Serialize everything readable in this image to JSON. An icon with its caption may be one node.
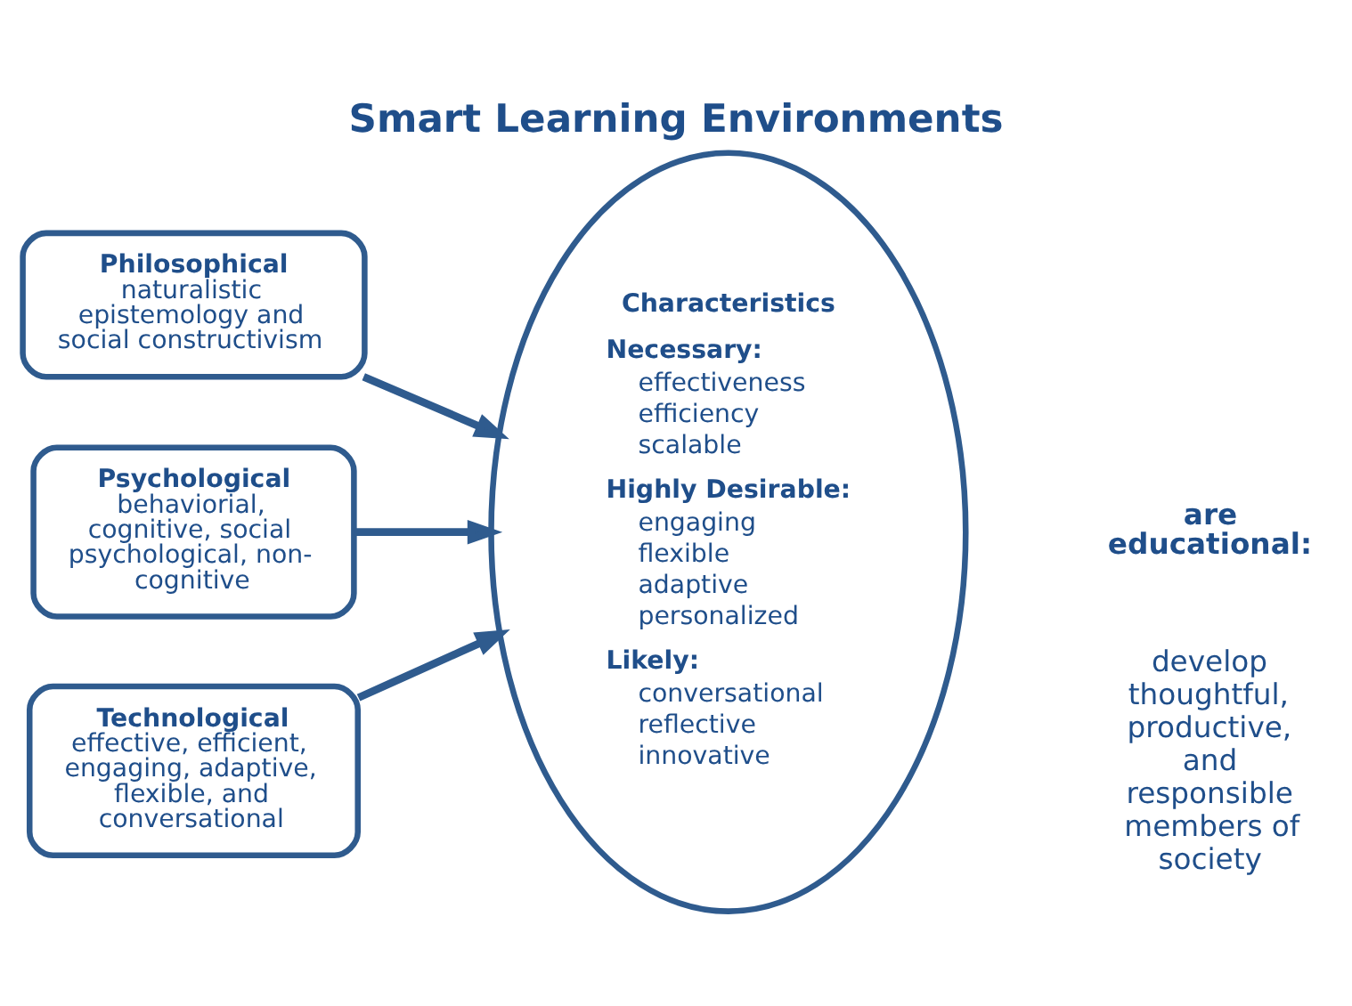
{
  "diagram": {
    "title": "Smart Learning Environments",
    "nodes": [
      {
        "text": [
          "Philosophical",
          "naturalistic epistemology and social constructivism"
        ]
      },
      {
        "text": [
          "Psychological",
          "behaviorial, cognitive, social psychological, non-cognitive"
        ]
      },
      {
        "text": [
          "Technological",
          "effective, efficient, engaging, adaptive, flexible, and conversational"
        ]
      },
      {
        "text": [
          "Characteristics",
          "Necessary:",
          "effectiveness",
          "efficiency",
          "scalable",
          "Highly Desirable:",
          "engaging",
          "flexible",
          "adaptive",
          "personalized",
          "Likely:",
          "conversational",
          "reflective",
          "innovative"
        ]
      }
    ],
    "edges": [
      {
        "from": 0,
        "to": 3,
        "arrow": "to"
      },
      {
        "from": 1,
        "to": 3,
        "arrow": "to"
      },
      {
        "from": 2,
        "to": 3,
        "arrow": "to"
      }
    ],
    "labels": [
      "are educational:",
      "develop thoughtful, productive, and responsible members of society"
    ]
  }
}
